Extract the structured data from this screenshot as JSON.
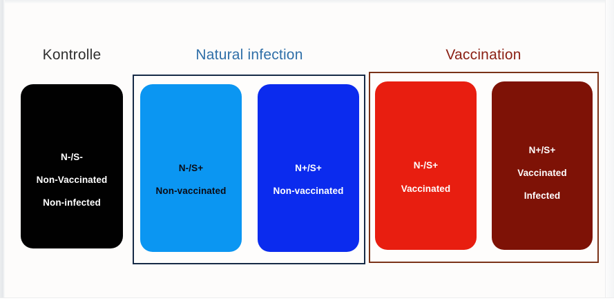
{
  "slide": {
    "background_color": "#fdfcfb"
  },
  "groups": [
    {
      "id": "control",
      "heading": "Kontrolle",
      "heading_color": "#2f2f2f",
      "has_border_box": false,
      "cards": [
        {
          "id": "control-card",
          "fill_color": "#010101",
          "text_color": "#ffffff",
          "lines": [
            "N-/S-",
            "Non-Vaccinated",
            "Non-infected"
          ]
        }
      ]
    },
    {
      "id": "natural-infection",
      "heading": "Natural infection",
      "heading_color": "#2f6fa8",
      "has_border_box": true,
      "border_color": "#152a46",
      "cards": [
        {
          "id": "natural-card-1",
          "fill_color": "#0b96f2",
          "text_color": "#0b0b14",
          "lines": [
            "N-/S+",
            "Non-vaccinated"
          ]
        },
        {
          "id": "natural-card-2",
          "fill_color": "#0b2bee",
          "text_color": "#ffffff",
          "lines": [
            "N+/S+",
            "Non-vaccinated"
          ]
        }
      ]
    },
    {
      "id": "vaccination",
      "heading": "Vaccination",
      "heading_color": "#8b2014",
      "has_border_box": true,
      "border_color": "#7a3218",
      "cards": [
        {
          "id": "vaccination-card-1",
          "fill_color": "#e81e10",
          "text_color": "#ffffff",
          "lines": [
            "N-/S+",
            "Vaccinated"
          ]
        },
        {
          "id": "vaccination-card-2",
          "fill_color": "#7e1206",
          "text_color": "#ffffff",
          "lines": [
            "N+/S+",
            "Vaccinated",
            "Infected"
          ]
        }
      ]
    }
  ]
}
